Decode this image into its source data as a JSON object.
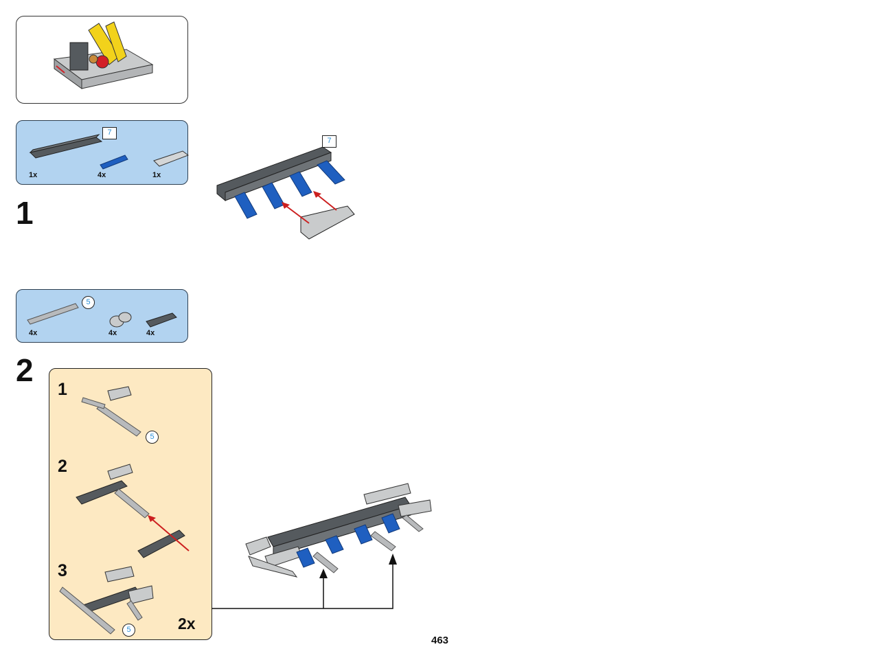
{
  "page": {
    "number": "463"
  },
  "colors": {
    "panel_blue": "#b2d3f0",
    "subassembly_bg": "#fde9c2",
    "arrow_red": "#cc1f1f",
    "length_digit": "#2a8fd6",
    "part_dark": "#555a5e",
    "part_light": "#c9cbcc",
    "pin_blue": "#1f5fc0"
  },
  "step1": {
    "number": "1",
    "parts": [
      {
        "qty": "1x",
        "part": "dark-gray-liftarm-7-icon",
        "length": "7"
      },
      {
        "qty": "4x",
        "part": "blue-pin-icon"
      },
      {
        "qty": "1x",
        "part": "light-gray-liftarm-3-icon"
      }
    ],
    "length_badge": "7"
  },
  "step2": {
    "number": "2",
    "parts": [
      {
        "qty": "4x",
        "part": "gray-axle-5-icon",
        "length": "5"
      },
      {
        "qty": "4x",
        "part": "axle-pin-connector-icon"
      },
      {
        "qty": "4x",
        "part": "dark-liftarm-thin-icon"
      }
    ],
    "substeps": [
      {
        "number": "1",
        "length_badge": "5"
      },
      {
        "number": "2"
      },
      {
        "number": "3",
        "length_badge": "5"
      }
    ],
    "multiplier": "2x"
  }
}
